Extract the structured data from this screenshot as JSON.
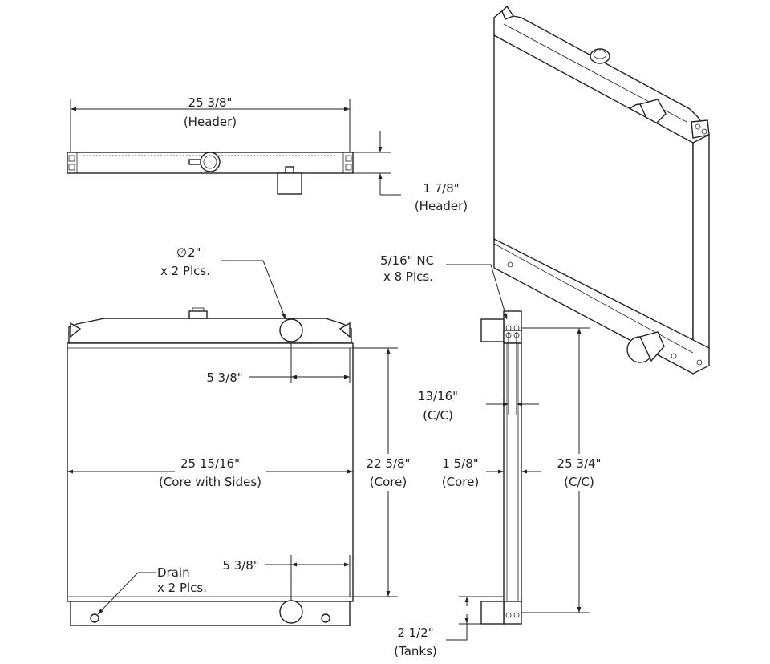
{
  "dimensions": {
    "header_width": "25 3/8\"",
    "header_width_note": "(Header)",
    "header_depth": "1 7/8\"",
    "header_depth_note": "(Header)",
    "inlet_diameter": "2\"",
    "inlet_diameter_symbol": "∅",
    "inlet_qty": "x 2 Plcs.",
    "bolt_spec": "5/16\" NC",
    "bolt_qty": "x 8 Plcs.",
    "top_offset": "5 3/8\"",
    "core_with_sides": "25 15/16\"",
    "core_with_sides_note": "(Core with Sides)",
    "core_height": "22 5/8\"",
    "core_height_note": "(Core)",
    "side_spacing": "13/16\"",
    "side_spacing_note": "(C/C)",
    "core_depth": "1 5/8\"",
    "core_depth_note": "(Core)",
    "mount_spacing": "25 3/4\"",
    "mount_spacing_note": "(C/C)",
    "bottom_offset": "5 3/8\"",
    "drain_label": "Drain",
    "drain_qty": "x 2 Plcs.",
    "tank_height": "2 1/2\"",
    "tank_height_note": "(Tanks)"
  }
}
